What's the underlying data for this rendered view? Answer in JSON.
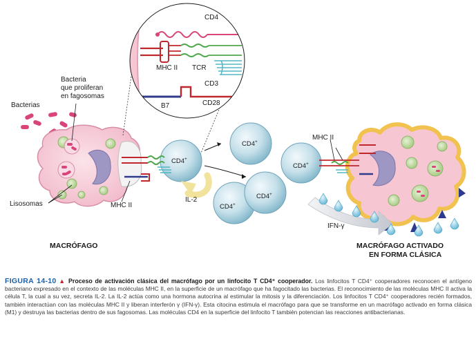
{
  "labels": {
    "bacterias": "Bacterias",
    "bacteria_proliferan_1": "Bacteria",
    "bacteria_proliferan_2": "que proliferan",
    "bacteria_proliferan_3": "en fagosomas",
    "lisosomas": "Lisosomas",
    "mhc2_left": "MHC II",
    "macrofago": "MACRÓFAGO",
    "il2": "IL-2",
    "cd4_cell": "CD4",
    "cd4_sup": "+",
    "mhc2_right": "MHC II",
    "ifn": "IFN-γ",
    "activado_1": "MACRÓFAGO ACTIVADO",
    "activado_2": "EN FORMA CLÁSICA"
  },
  "inset": {
    "cd4": "CD4",
    "mhc2": "MHC II",
    "tcr": "TCR",
    "cd3": "CD3",
    "b7": "B7",
    "cd28": "CD28"
  },
  "caption": {
    "figure": "FIGURA 14-10",
    "marker": "▲",
    "title": "Proceso de activación clásica del macrófago por un linfocito T CD4⁺ cooperador.",
    "body": "Los linfocitos T CD4⁺ cooperadores reconocen el antígeno bacteriano expresado en el contexto de las moléculas MHC II, en la superficie de un macrófago que ha fagocitado las bacterias. El reconocimiento de las moléculas MHC II activa la célula T, la cual a su vez, secreta IL-2. La IL-2 actúa como una hormona autocrina al estimular la mitosis y la diferenciación. Los linfocitos T CD4⁺ cooperadores recién formados, también interactúan con las moléculas MHC II y liberan interferón γ (IFN-γ). Esta citocina estimula el macrófago para que se transforme en un macrófago activado en forma clásica (M1) y destruya las bacterias dentro de sus fagosomas. Las moléculas CD4 en la superficie del linfocito T también potencian las reacciones antibacterianas."
  },
  "colors": {
    "macrophage": "#f6c7d3",
    "t_cell": "#cfe4ec",
    "nucleus": "#9e97c4",
    "bacteria": "#d9457a",
    "lysosome": "#b9d59b",
    "mhc": "#c0272d",
    "tcr": "#4ea84b",
    "cd3": "#52b8c4",
    "b7": "#2e3a8c",
    "caption_blue": "#1a5fa8"
  }
}
